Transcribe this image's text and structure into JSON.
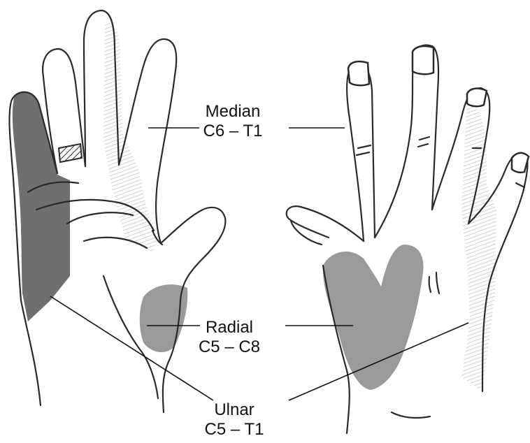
{
  "nerves": {
    "median": {
      "name": "Median",
      "roots": "C6 – T1",
      "shade": "#d7d7d7"
    },
    "radial": {
      "name": "Radial",
      "roots": "C5 – C8",
      "shade": "#9a9a9a"
    },
    "ulnar": {
      "name": "Ulnar",
      "roots": "C5 – T1",
      "shade": "#6f6f6f"
    }
  },
  "colors": {
    "outline": "#2a2a2a",
    "background": "#ffffff"
  }
}
